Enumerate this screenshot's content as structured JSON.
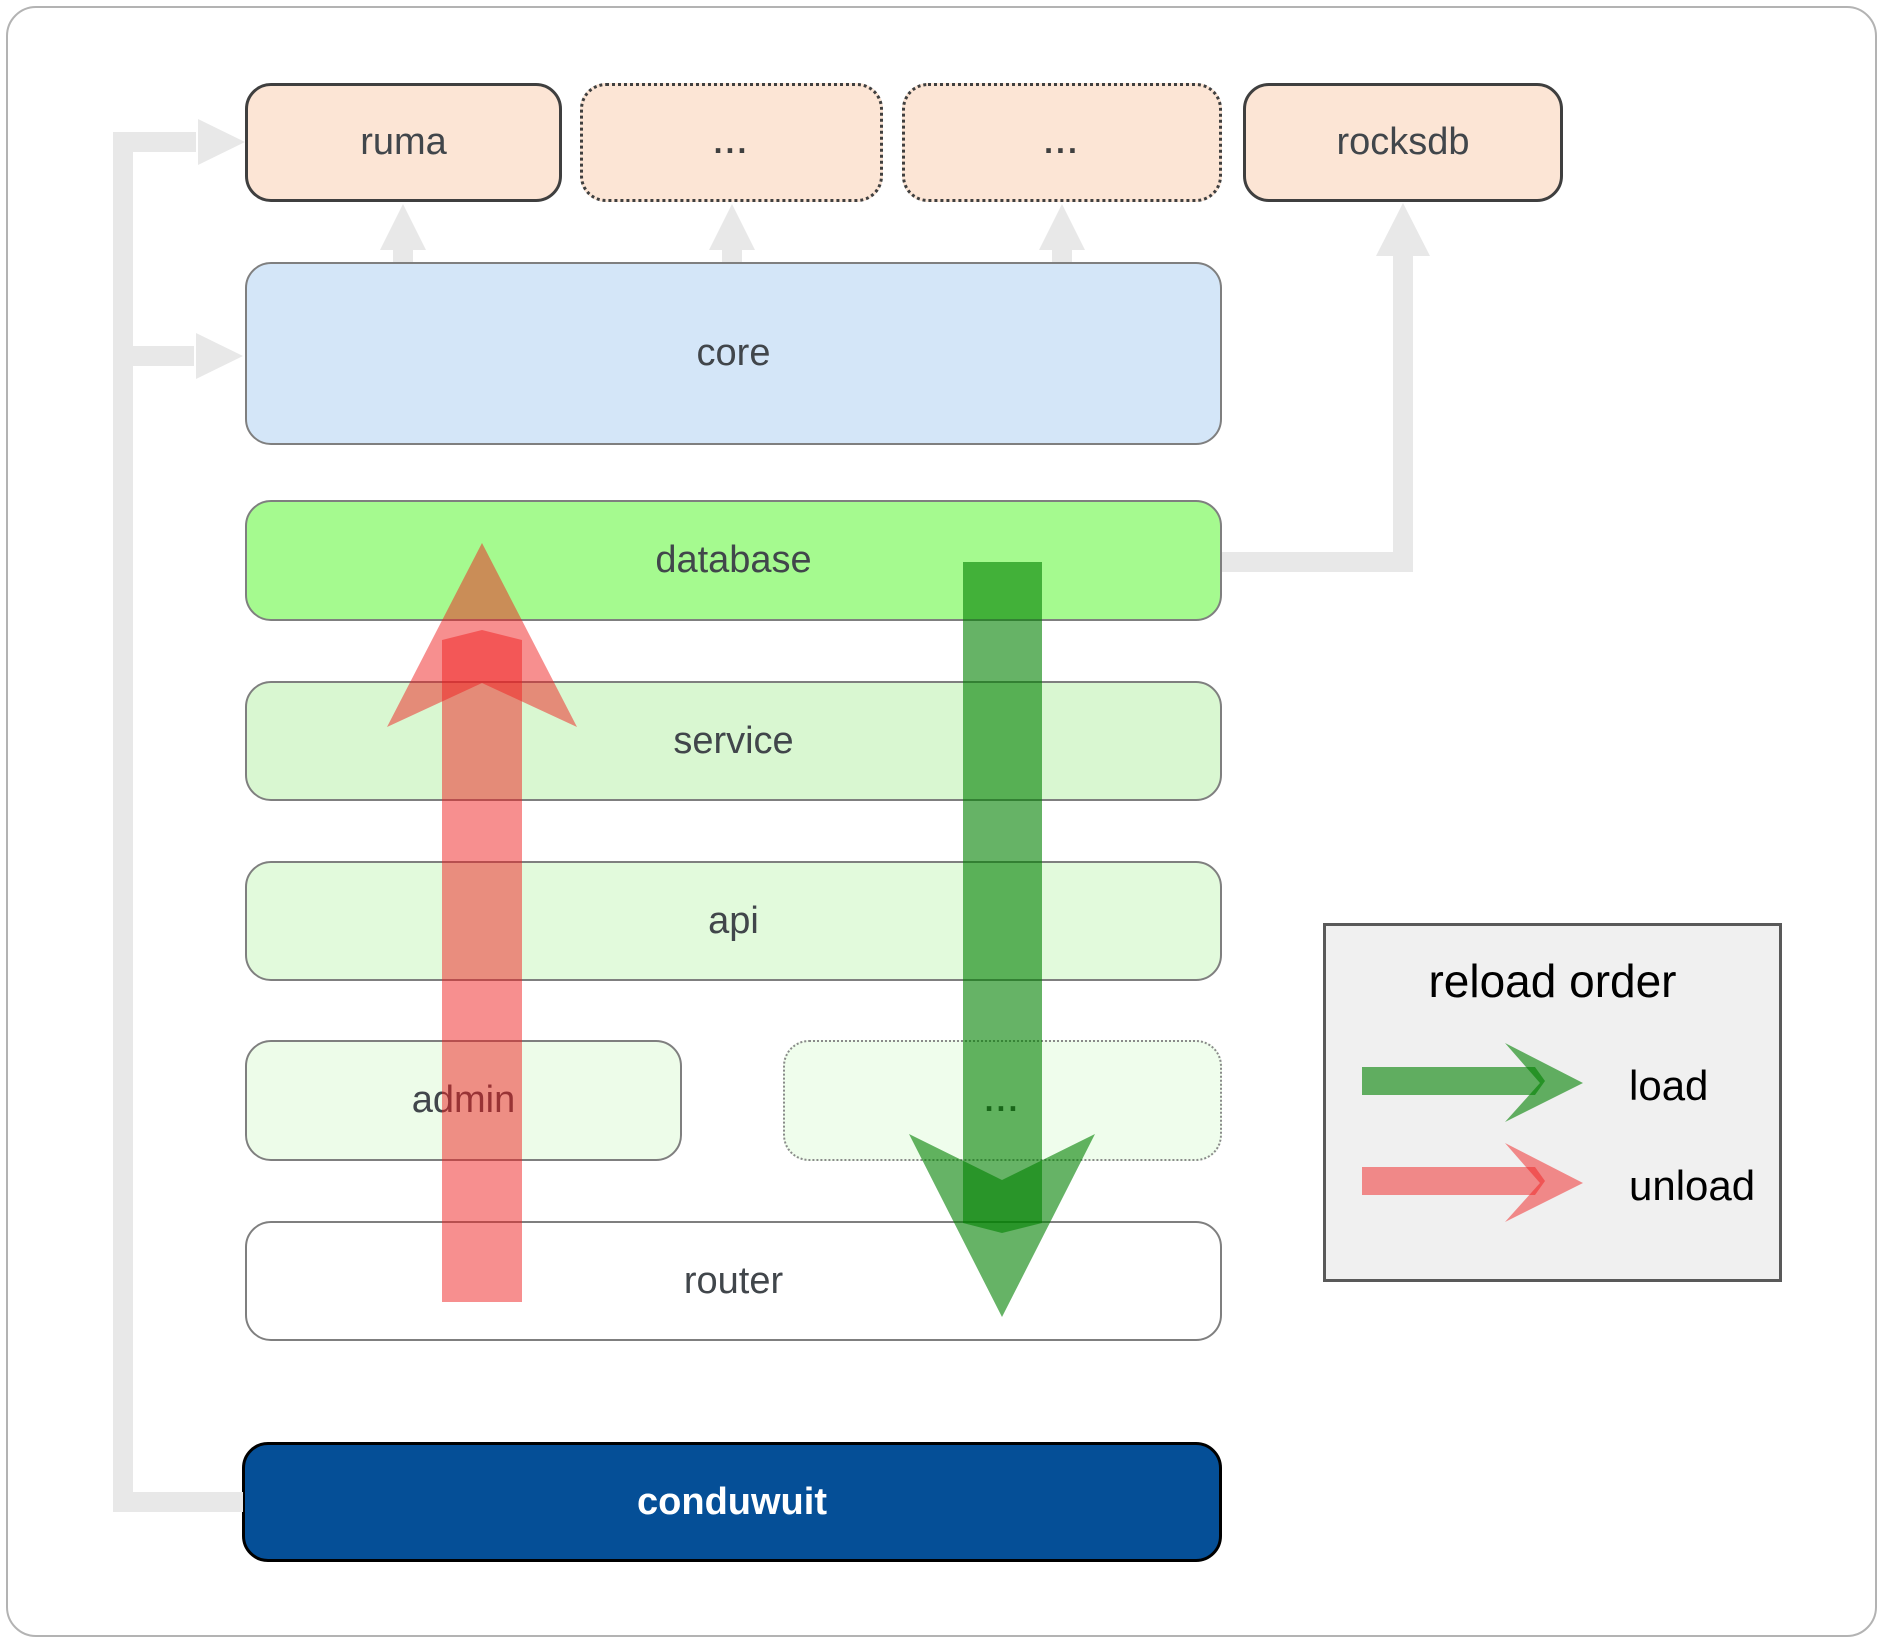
{
  "nodes": {
    "ruma": {
      "label": "ruma"
    },
    "dots1": {
      "label": "..."
    },
    "dots2": {
      "label": "..."
    },
    "rocksdb": {
      "label": "rocksdb"
    },
    "core": {
      "label": "core"
    },
    "database": {
      "label": "database"
    },
    "service": {
      "label": "service"
    },
    "api": {
      "label": "api"
    },
    "admin": {
      "label": "admin"
    },
    "dots3": {
      "label": "..."
    },
    "router": {
      "label": "router"
    },
    "conduwuit": {
      "label": "conduwuit"
    }
  },
  "legend": {
    "title": "reload order",
    "items": [
      {
        "label": "load"
      },
      {
        "label": "unload"
      }
    ]
  },
  "colors": {
    "load_arrow": "#008000",
    "unload_arrow": "#f02020",
    "connector_gray": "#e8e8e8",
    "dependency_peach": "#fce5d5",
    "core_blue": "#d4e6f8",
    "database_green": "#a5fa8f",
    "service_green": "#d9f7d1",
    "api_green": "#e2fadc",
    "admin_green": "#edfce9",
    "ellipsis_green": "#effdec",
    "conduwuit_bg": "#054f97",
    "legend_bg": "#f0f0f0"
  }
}
